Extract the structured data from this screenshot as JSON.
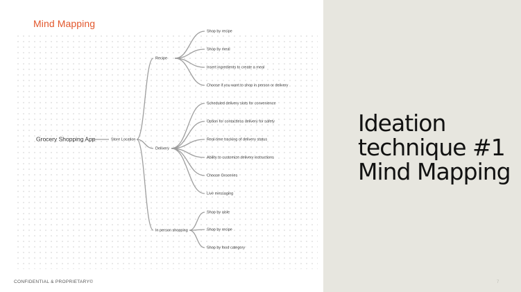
{
  "diagram": {
    "title": "Mind Mapping",
    "root": "Grocery Shopping App",
    "hub": "Store Location",
    "branches": [
      {
        "label": "Recipe",
        "children": [
          "Shop by recipe",
          "Shop by meal",
          "Insert ingredients to create a meal",
          "Choose if you want to shop in person or delivery"
        ]
      },
      {
        "label": "Delivery",
        "children": [
          "Scheduled delivery slots for convenience",
          "Option for contactless delivery for safety",
          "Real-time tracking of delivery status",
          "Ability to customize delivery instructions",
          "Choose Groceries",
          "Live messaging"
        ]
      },
      {
        "label": "In person shopping",
        "children": [
          "Shop by aisle",
          "Shop by recipe",
          "Shop by food category"
        ]
      }
    ]
  },
  "slide": {
    "title_lines": [
      "Ideation",
      "technique #1",
      "Mind Mapping"
    ],
    "footer": "CONFIDENTIAL & PROPRIETARY©",
    "page_number": "7"
  },
  "colors": {
    "accent": "#e2572c",
    "right_panel": "#e7e6df",
    "connector": "#9e9e9e"
  }
}
